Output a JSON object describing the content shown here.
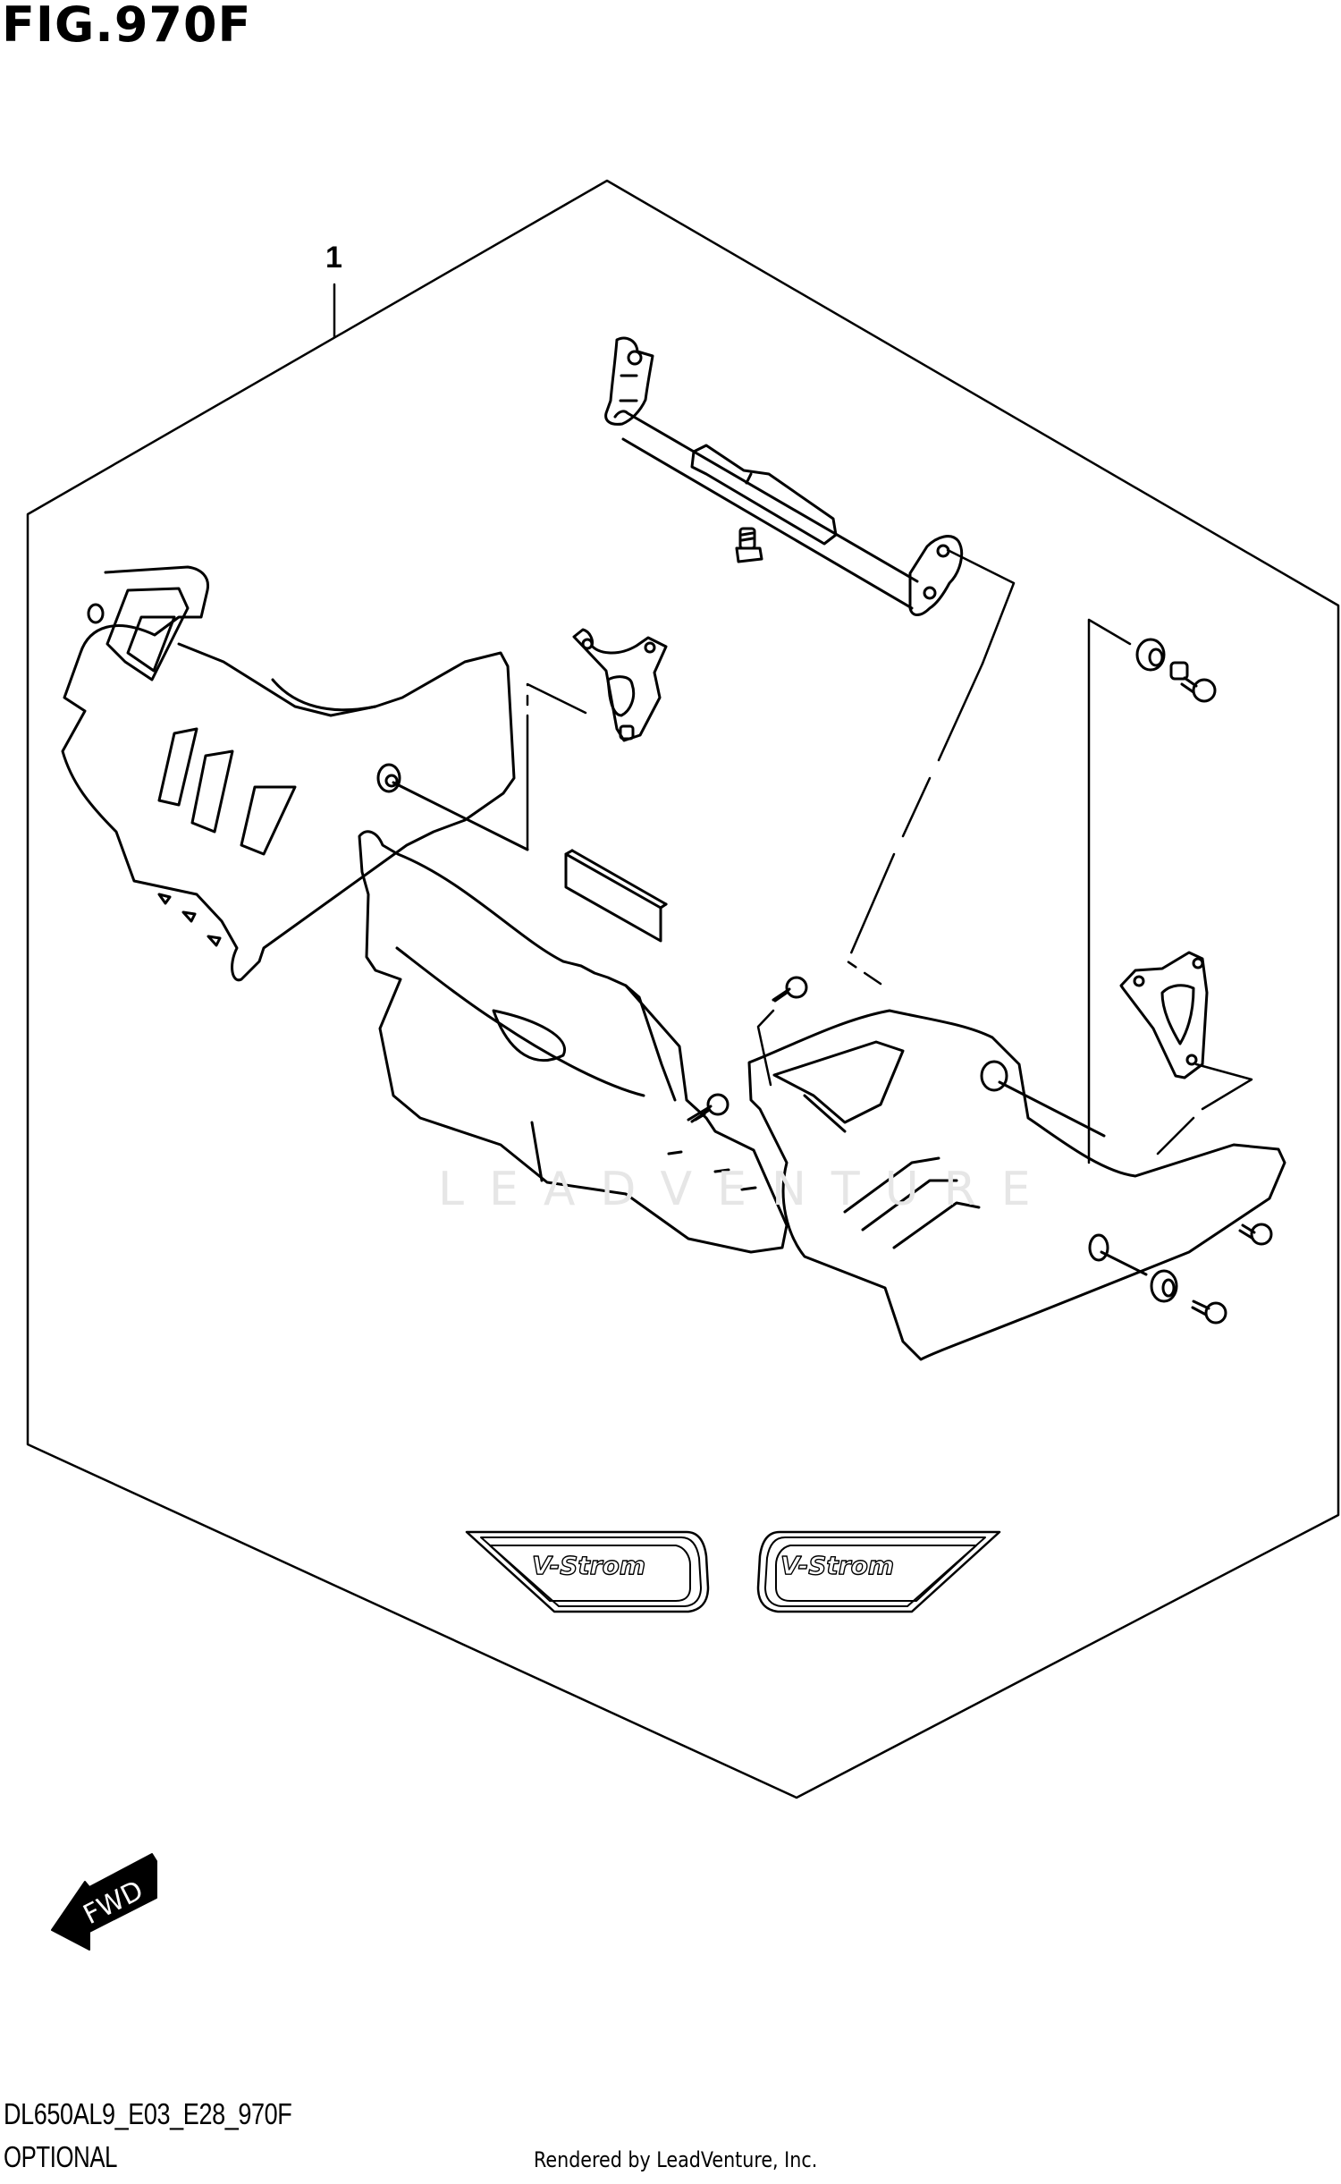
{
  "figure": {
    "title": "FIG.970F",
    "code": "DL650AL9_E03_E28_970F",
    "section": "OPTIONAL",
    "credit": "Rendered by LeadVenture, Inc.",
    "watermark": "LEADVENTURE"
  },
  "callouts": [
    {
      "ref": "1",
      "description": "Engine guard / lower cowling kit (hexagon group)"
    }
  ],
  "orientation": {
    "icon": "fwd-arrow-icon",
    "label": "FWD"
  },
  "emblems": [
    {
      "side": "left",
      "text": "V-Strom"
    },
    {
      "side": "right",
      "text": "V-Strom"
    }
  ],
  "parts_shown": [
    "mounting-bar-with-brackets",
    "flange-bolt",
    "left-guard",
    "left-bracket",
    "left-skid-plate",
    "foam-pad",
    "right-guard",
    "right-bracket",
    "tapping-screws",
    "collars-and-bolts",
    "emblem-decals"
  ],
  "colors": {
    "line": "#000000",
    "background": "#ffffff",
    "watermark": "#e6e6e6"
  }
}
